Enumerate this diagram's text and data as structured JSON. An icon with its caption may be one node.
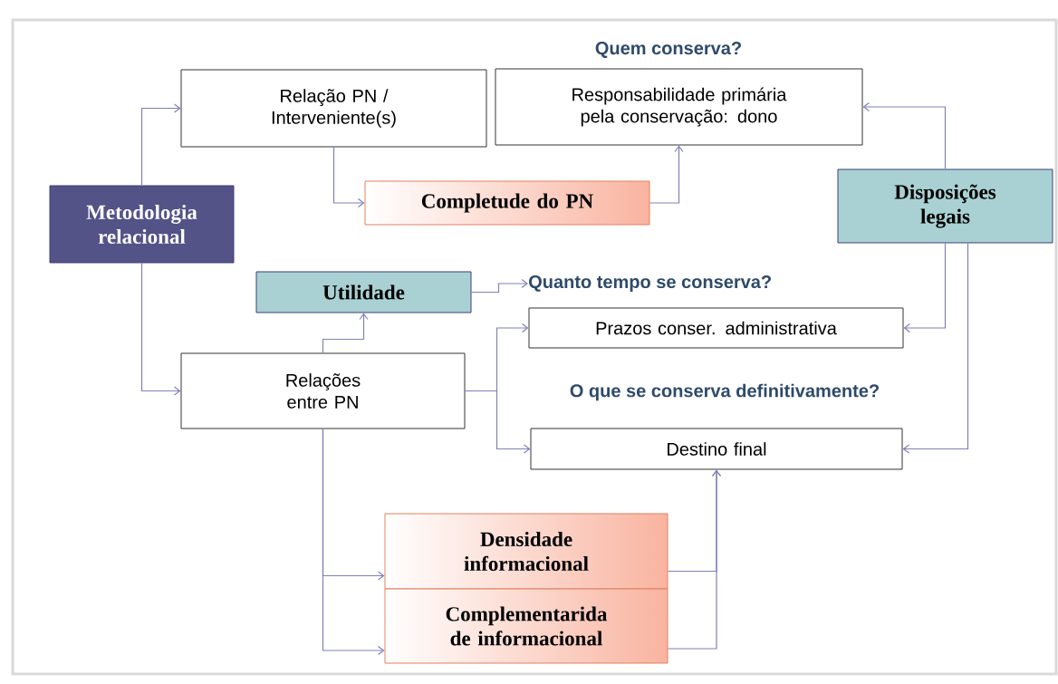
{
  "diagram": {
    "nodes": [
      {
        "text": [
          "Metodologia relacional"
        ]
      },
      {
        "text": [
          "Relação PN / Interveniente(s)"
        ]
      },
      {
        "text": [
          "Completude do PN"
        ]
      },
      {
        "text": [
          "Responsabilidade primária pela conservação: dono"
        ],
        "beside": [
          "Quem conserva?"
        ]
      },
      {
        "text": [
          "Disposições legais"
        ]
      },
      {
        "text": [
          "Utilidade"
        ]
      },
      {
        "text": [
          "Quanto tempo se conserva?"
        ]
      },
      {
        "text": [
          "Prazos conser. administrativa"
        ]
      },
      {
        "text": [
          "Relações entre PN"
        ]
      },
      {
        "text": [
          "Destino final"
        ],
        "beside": [
          "O que se conserva definitivamente?"
        ]
      },
      {
        "text": [
          "Densidade informacional"
        ]
      },
      {
        "text": [
          "Complementarida de informacional"
        ]
      }
    ],
    "edges": [
      {
        "from": 0,
        "to": 1,
        "arrow": "to"
      },
      {
        "from": 0,
        "to": 8,
        "arrow": "to"
      },
      {
        "from": 1,
        "to": 2,
        "arrow": "to"
      },
      {
        "from": 2,
        "to": 3,
        "arrow": "to"
      },
      {
        "from": 4,
        "to": 3,
        "arrow": "to"
      },
      {
        "from": 4,
        "to": 7,
        "arrow": "to"
      },
      {
        "from": 4,
        "to": 9,
        "arrow": "to"
      },
      {
        "from": 5,
        "to": 6,
        "arrow": "to"
      },
      {
        "from": 8,
        "to": 5,
        "arrow": "to"
      },
      {
        "from": 8,
        "to": 7,
        "arrow": "to"
      },
      {
        "from": 8,
        "to": 9,
        "arrow": "to"
      },
      {
        "from": 8,
        "to": 10,
        "arrow": "to"
      },
      {
        "from": 8,
        "to": 11,
        "arrow": "to"
      },
      {
        "from": 10,
        "to": 9,
        "arrow": "to"
      },
      {
        "from": 11,
        "to": 9,
        "arrow": "to"
      }
    ]
  }
}
